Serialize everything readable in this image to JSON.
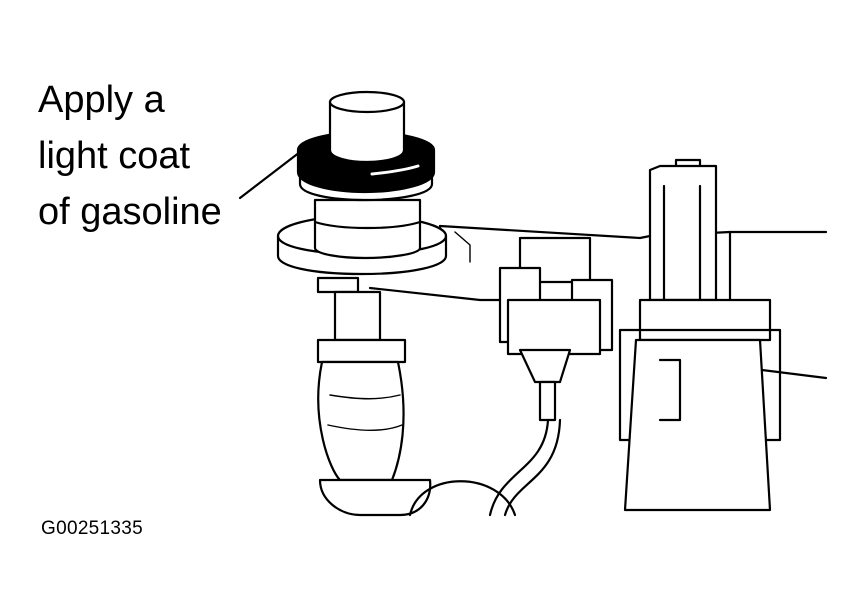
{
  "callout": {
    "lines": [
      "Apply a",
      "light coat",
      "of gasoline"
    ]
  },
  "figure_id": "G00251335",
  "colors": {
    "line": "#000000",
    "background": "#ffffff",
    "o_ring": "#000000"
  }
}
